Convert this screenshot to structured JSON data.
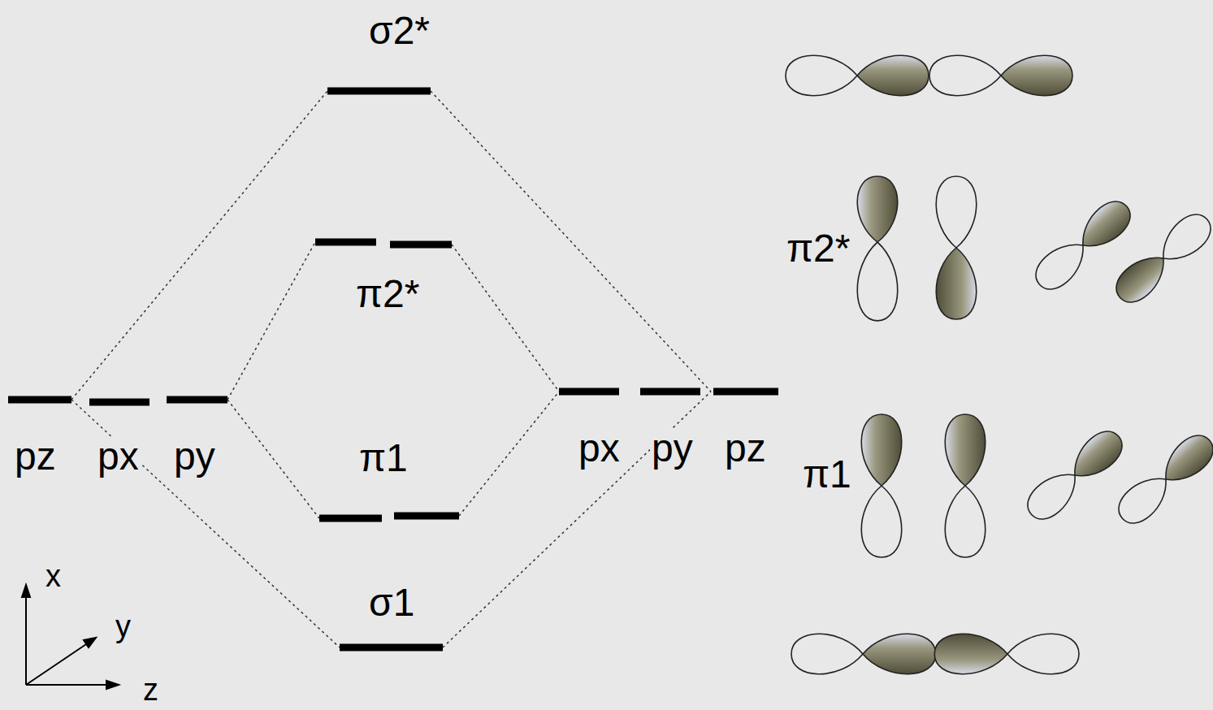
{
  "diagram": {
    "labels": [
      "σ2*",
      "π2*",
      "π1",
      "σ1",
      "pz",
      "px",
      "py",
      "px",
      "py",
      "pz",
      "π2*",
      "π1",
      "x",
      "y",
      "z"
    ]
  }
}
